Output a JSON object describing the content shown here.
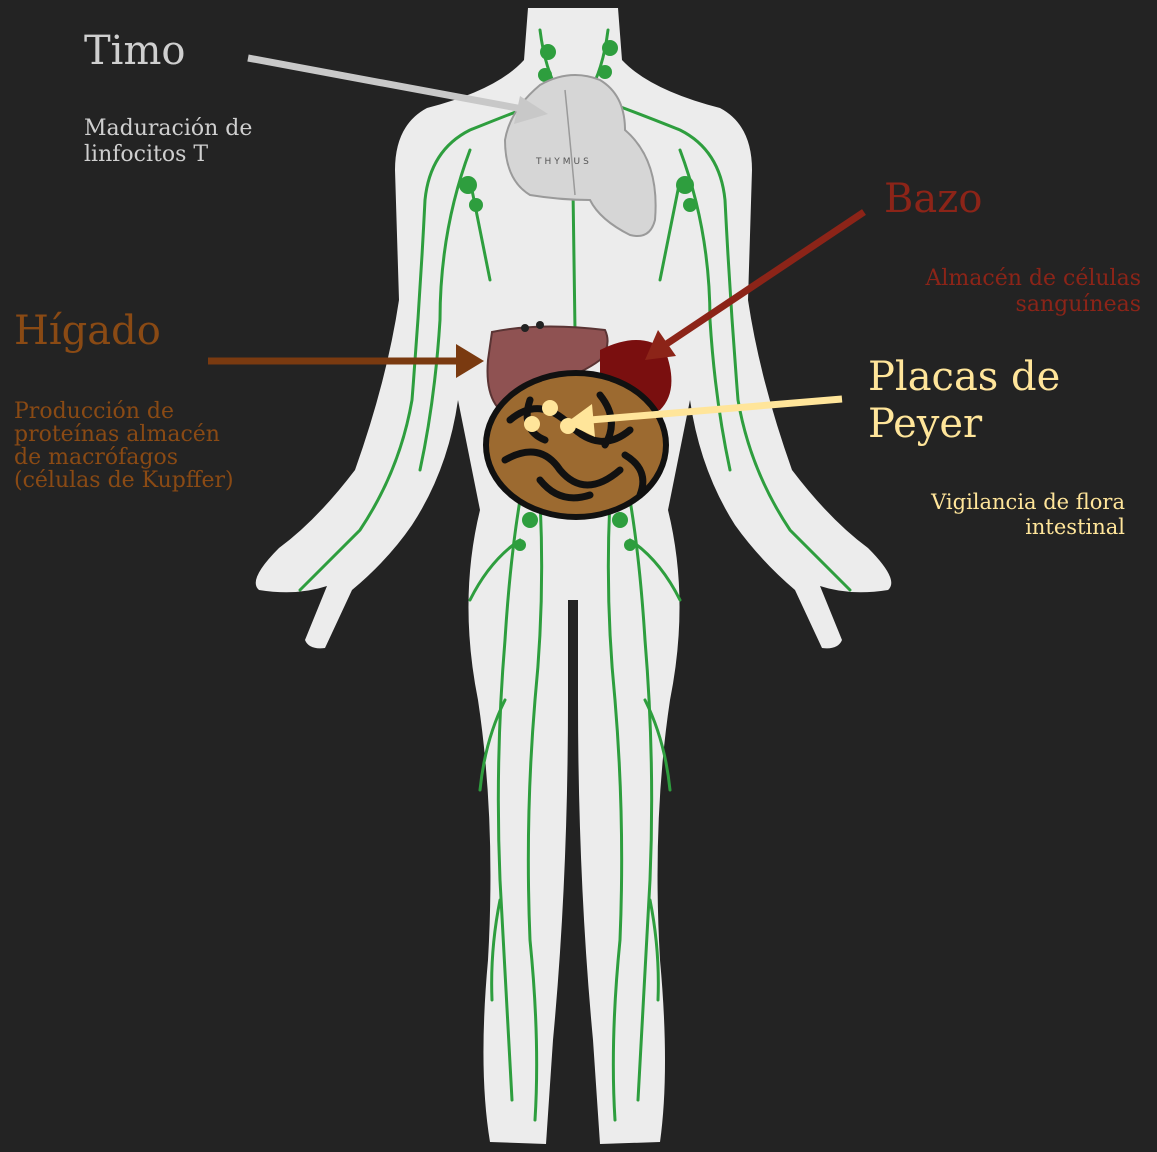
{
  "colors": {
    "background": "#232323",
    "body": "#ececec",
    "lymph": "#2e9e3e",
    "timo": "#cfcfcf",
    "higado": "#8a4a14",
    "bazo": "#8c2418",
    "placas": "#ffe59a"
  },
  "labels": {
    "timo": {
      "title": "Timo",
      "desc": "Maduración de\nlinfocitos T"
    },
    "higado": {
      "title": "Hígado",
      "desc": "Producción de\nproteínas almacén\nde macrófagos\n(células de Kupffer)"
    },
    "bazo": {
      "title": "Bazo",
      "desc": "Almacén de células\nsanguíneas"
    },
    "placas": {
      "title": "Placas de\nPeyer",
      "desc": "Vigilancia de flora\nintestinal"
    }
  },
  "organs": {
    "thymus_label": "THYMUS"
  }
}
